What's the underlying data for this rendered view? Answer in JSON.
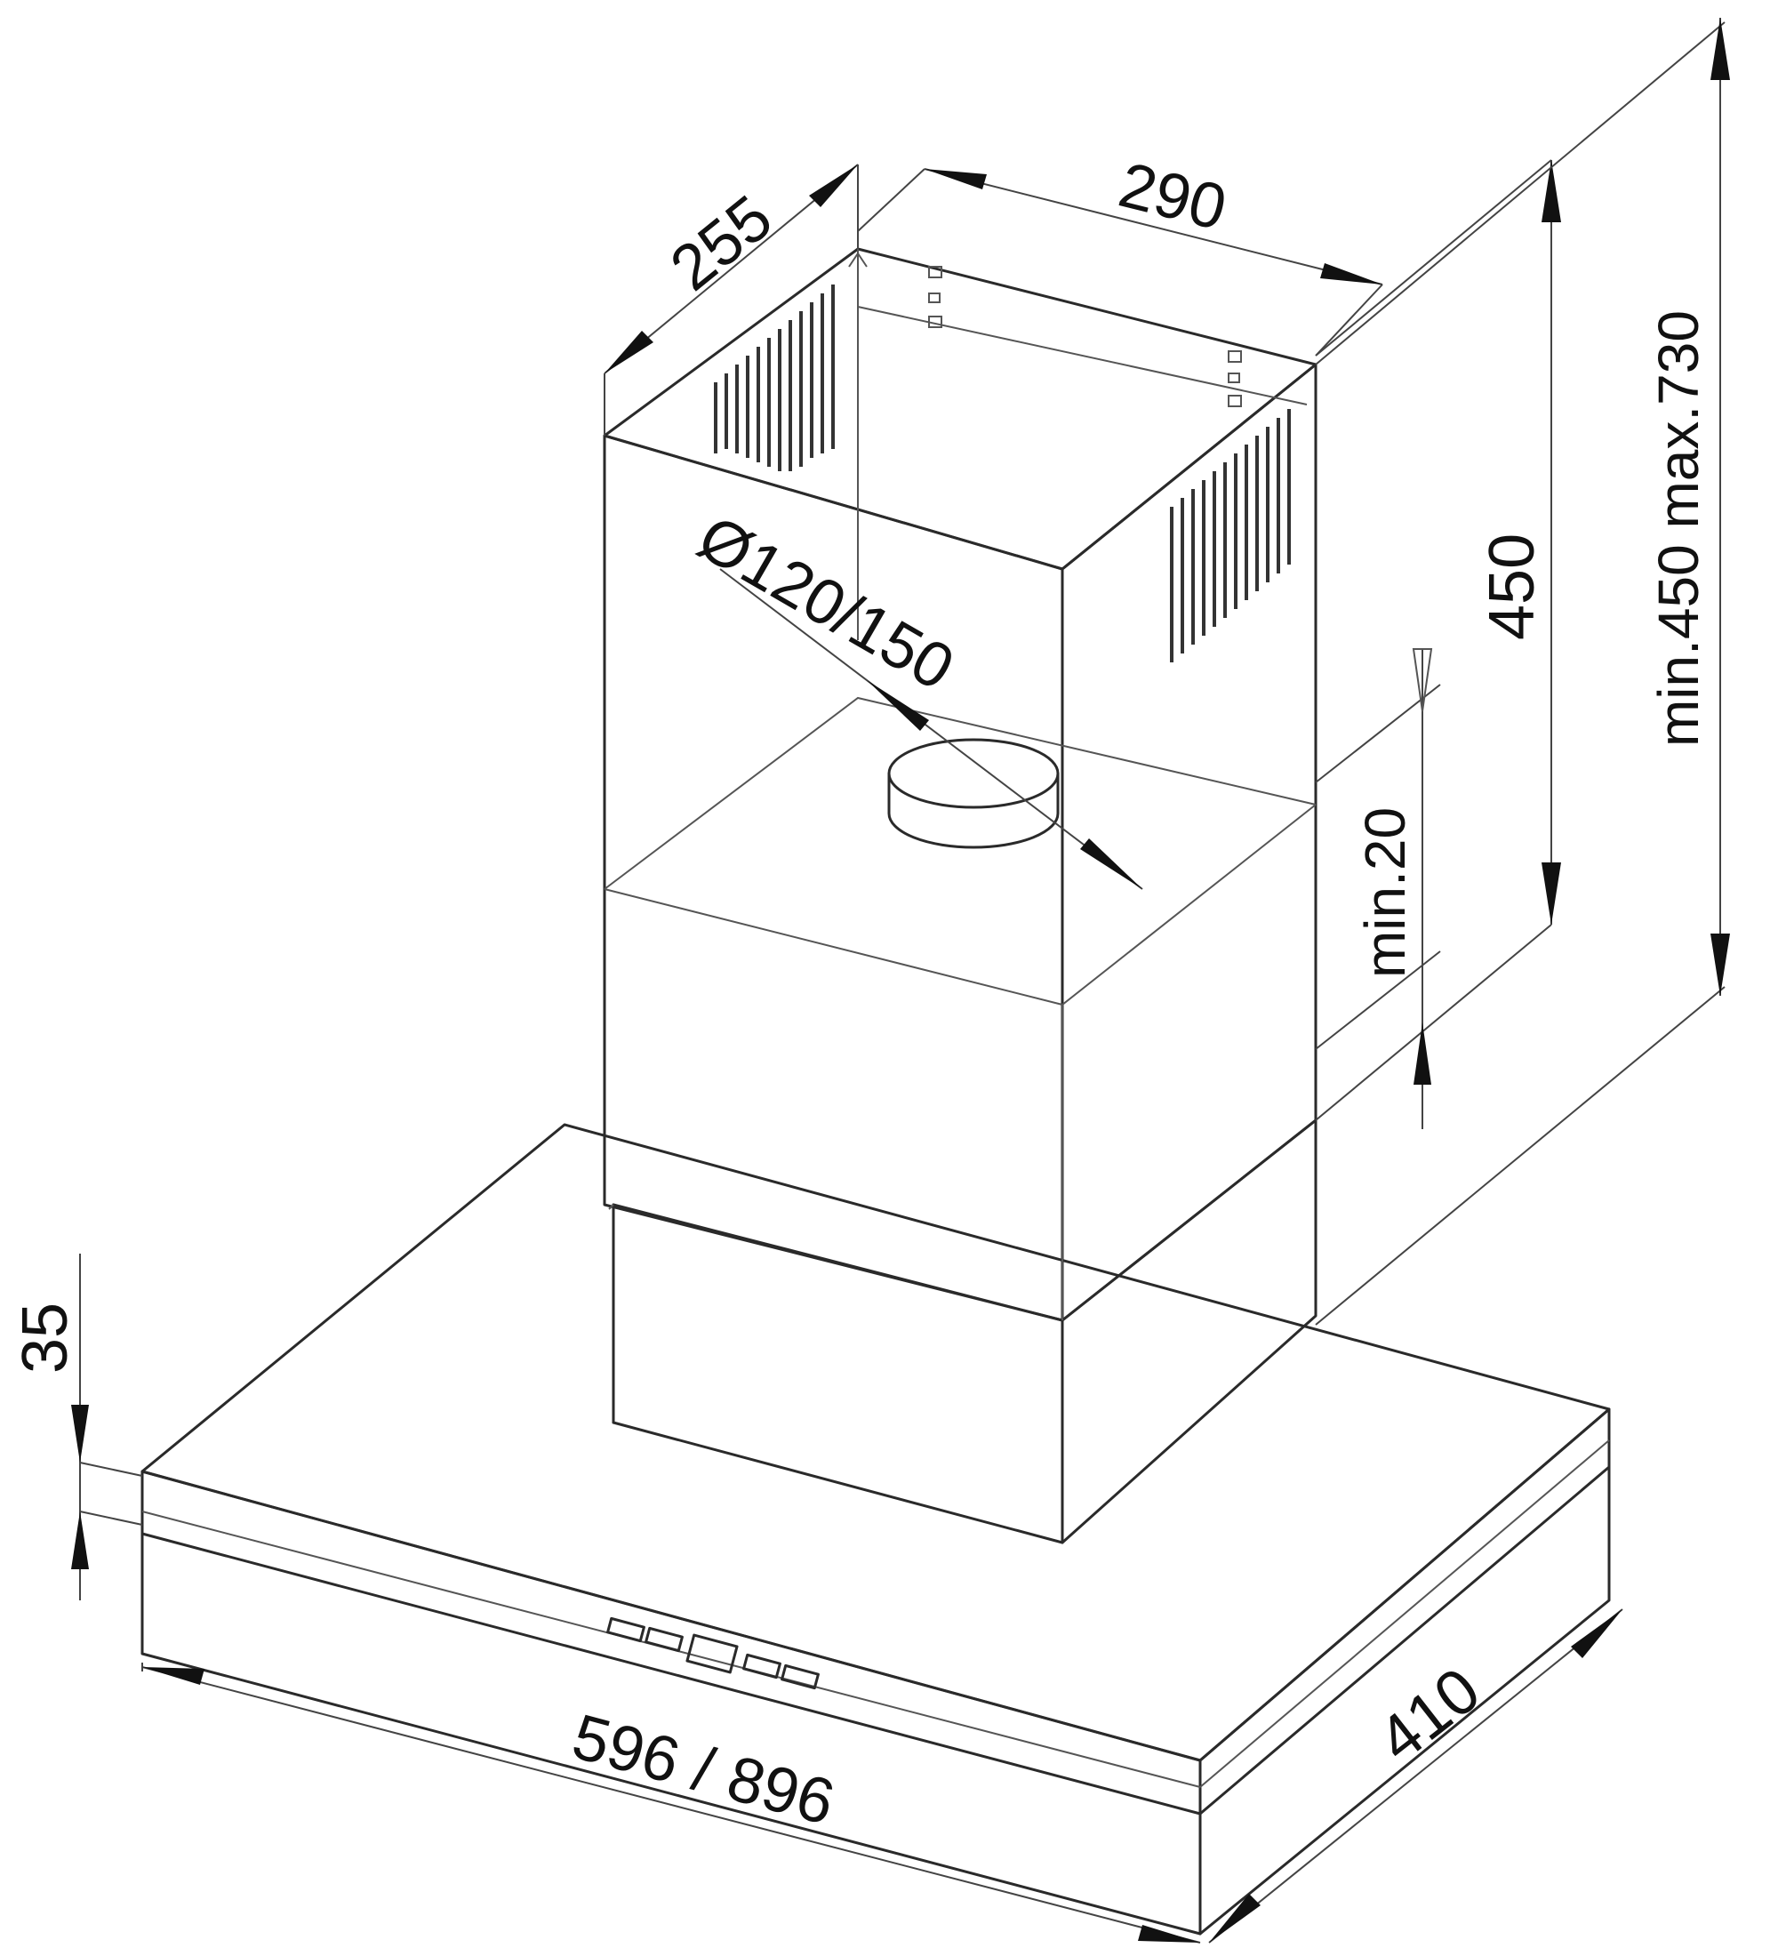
{
  "diagram": {
    "dimensions": {
      "chimney_depth": "255",
      "chimney_width": "290",
      "duct_diameter": "Ø120/150",
      "chimney_height": "450",
      "min_gap": "min.20",
      "total_height": "min.450 max.730",
      "canopy_thickness": "35",
      "canopy_width": "596 / 896",
      "canopy_depth": "410"
    }
  }
}
